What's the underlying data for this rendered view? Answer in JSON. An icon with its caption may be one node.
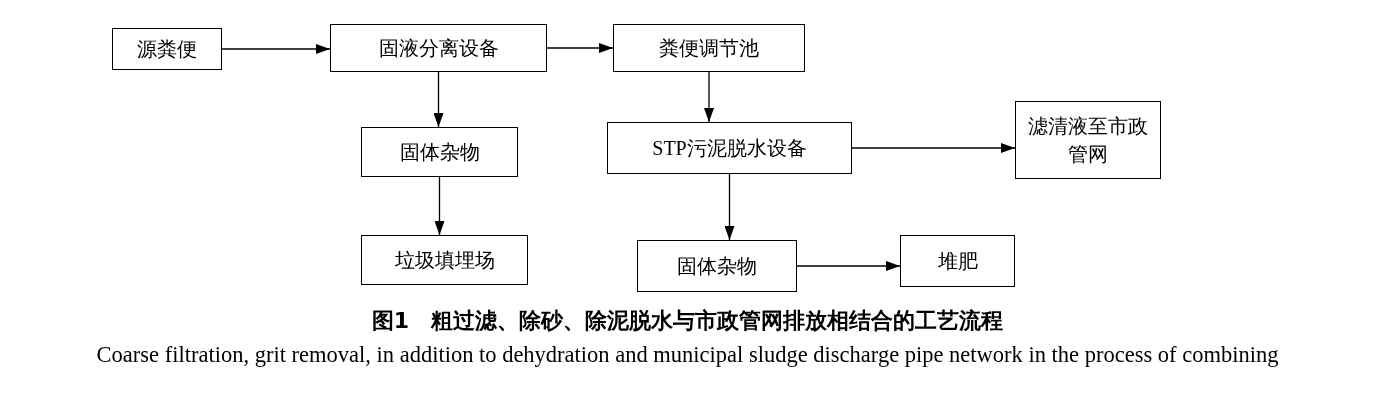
{
  "diagram": {
    "caption": "图1　粗过滤、除砂、除泥脱水与市政管网排放相结合的工艺流程",
    "nodes": [
      {
        "text": [
          "源粪便"
        ]
      },
      {
        "text": [
          "固液分离设备"
        ]
      },
      {
        "text": [
          "粪便调节池"
        ]
      },
      {
        "text": [
          "固体杂物"
        ]
      },
      {
        "text": [
          "STP污泥脱水设备"
        ]
      },
      {
        "text": [
          "滤清液至市政管网"
        ]
      },
      {
        "text": [
          "垃圾填埋场"
        ]
      },
      {
        "text": [
          "固体杂物"
        ]
      },
      {
        "text": [
          "堆肥"
        ]
      }
    ],
    "edges": [
      {
        "from": 0,
        "to": 1,
        "arrow": "to"
      },
      {
        "from": 1,
        "to": 2,
        "arrow": "to"
      },
      {
        "from": 1,
        "to": 3,
        "arrow": "to"
      },
      {
        "from": 3,
        "to": 6,
        "arrow": "to"
      },
      {
        "from": 2,
        "to": 4,
        "arrow": "to"
      },
      {
        "from": 4,
        "to": 5,
        "arrow": "to"
      },
      {
        "from": 4,
        "to": 7,
        "arrow": "to"
      },
      {
        "from": 7,
        "to": 8,
        "arrow": "to"
      }
    ],
    "labels": [
      "Coarse filtration, grit removal, in addition to dehydration and municipal sludge discharge pipe network in the process of combining"
    ]
  }
}
